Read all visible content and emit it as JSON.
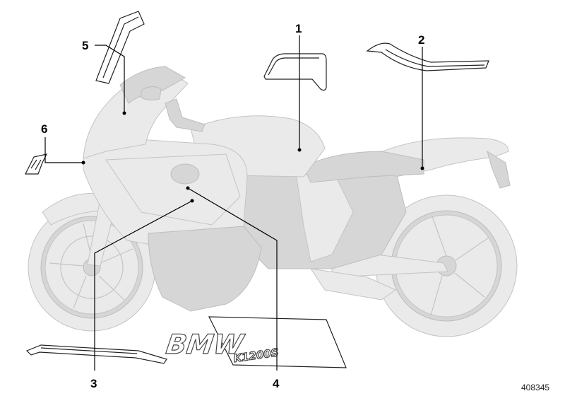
{
  "callouts": {
    "c1": "1",
    "c2": "2",
    "c3": "3",
    "c4": "4",
    "c5": "5",
    "c6": "6"
  },
  "reference_number": "408345",
  "decal_logo_text": "BMW",
  "decal_model_text": "K1200S"
}
